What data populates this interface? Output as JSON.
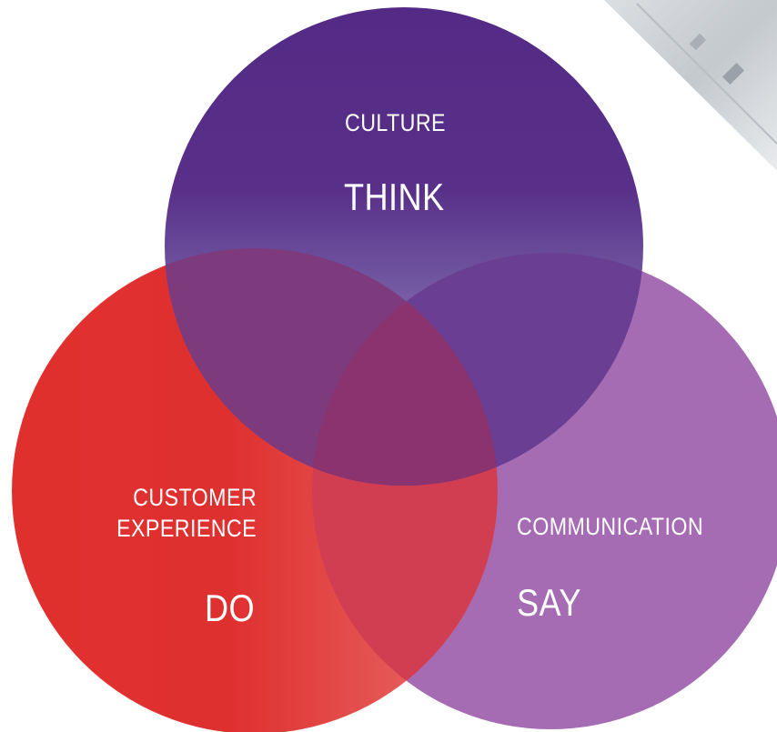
{
  "diagram": {
    "circles": {
      "culture": {
        "category": "CULTURE",
        "action": "THINK",
        "color": "#532a85"
      },
      "customer_experience": {
        "category_lines": [
          "CUSTOMER",
          "EXPERIENCE"
        ],
        "action": "DO",
        "color": "#e0302e"
      },
      "communication": {
        "category": "COMMUNICATION",
        "action": "SAY",
        "color": "#a56bb3"
      }
    },
    "decoration": {
      "background_photo": "blurred-office-photo"
    }
  }
}
